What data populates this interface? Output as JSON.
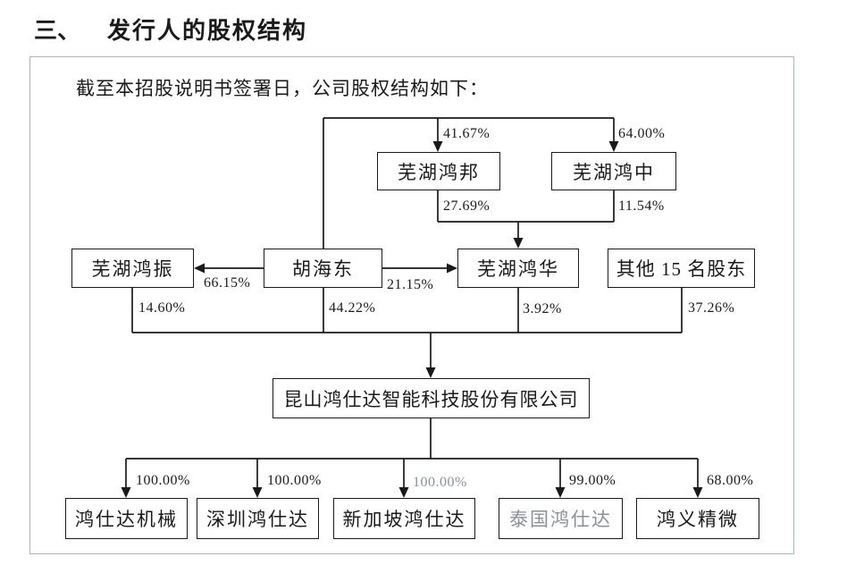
{
  "page": {
    "section_number": "三、",
    "section_title": "发行人的股权结构",
    "intro_text": "截至本招股说明书签署日，公司股权结构如下："
  },
  "colors": {
    "text": "#1a1a1a",
    "gray_text": "#8b9095",
    "line": "#1a1a1a",
    "frame_border": "#a2b8c9",
    "background": "#ffffff"
  },
  "diagram": {
    "type": "equity-structure-flowchart",
    "nodes": [
      {
        "id": "wuhu-hongbang",
        "label": "芜湖鸿邦"
      },
      {
        "id": "wuhu-hongzhong",
        "label": "芜湖鸿中"
      },
      {
        "id": "wuhu-hongzhen",
        "label": "芜湖鸿振"
      },
      {
        "id": "hu-haidong",
        "label": "胡海东"
      },
      {
        "id": "wuhu-honghua",
        "label": "芜湖鸿华"
      },
      {
        "id": "other-15-shareholders",
        "label": "其他 15 名股东"
      },
      {
        "id": "issuer",
        "label": "昆山鸿仕达智能科技股份有限公司"
      },
      {
        "id": "hongshida-machinery",
        "label": "鸿仕达机械"
      },
      {
        "id": "shenzhen-hongshida",
        "label": "深圳鸿仕达"
      },
      {
        "id": "singapore-hongshida",
        "label": "新加坡鸿仕达"
      },
      {
        "id": "thailand-hongshida",
        "label": "泰国鸿仕达"
      },
      {
        "id": "hongyi-jingwei",
        "label": "鸿义精微"
      }
    ],
    "edges": [
      {
        "from": "胡海东",
        "to": "芜湖鸿邦",
        "percent": "41.67%"
      },
      {
        "from": "胡海东",
        "to": "芜湖鸿中",
        "percent": "64.00%"
      },
      {
        "from": "芜湖鸿邦",
        "to": "芜湖鸿华",
        "percent": "27.69%"
      },
      {
        "from": "芜湖鸿中",
        "to": "芜湖鸿华",
        "percent": "11.54%"
      },
      {
        "from": "胡海东",
        "to": "芜湖鸿振",
        "percent": "66.15%"
      },
      {
        "from": "胡海东",
        "to": "芜湖鸿华",
        "percent": "21.15%"
      },
      {
        "from": "芜湖鸿振",
        "to": "昆山鸿仕达智能科技股份有限公司",
        "percent": "14.60%"
      },
      {
        "from": "胡海东",
        "to": "昆山鸿仕达智能科技股份有限公司",
        "percent": "44.22%"
      },
      {
        "from": "芜湖鸿华",
        "to": "昆山鸿仕达智能科技股份有限公司",
        "percent": "3.92%"
      },
      {
        "from": "其他 15 名股东",
        "to": "昆山鸿仕达智能科技股份有限公司",
        "percent": "37.26%"
      },
      {
        "from": "昆山鸿仕达智能科技股份有限公司",
        "to": "鸿仕达机械",
        "percent": "100.00%"
      },
      {
        "from": "昆山鸿仕达智能科技股份有限公司",
        "to": "深圳鸿仕达",
        "percent": "100.00%"
      },
      {
        "from": "昆山鸿仕达智能科技股份有限公司",
        "to": "新加坡鸿仕达",
        "percent": "100.00%"
      },
      {
        "from": "昆山鸿仕达智能科技股份有限公司",
        "to": "泰国鸿仕达",
        "percent": "99.00%"
      },
      {
        "from": "昆山鸿仕达智能科技股份有限公司",
        "to": "鸿义精微",
        "percent": "68.00%"
      }
    ]
  }
}
